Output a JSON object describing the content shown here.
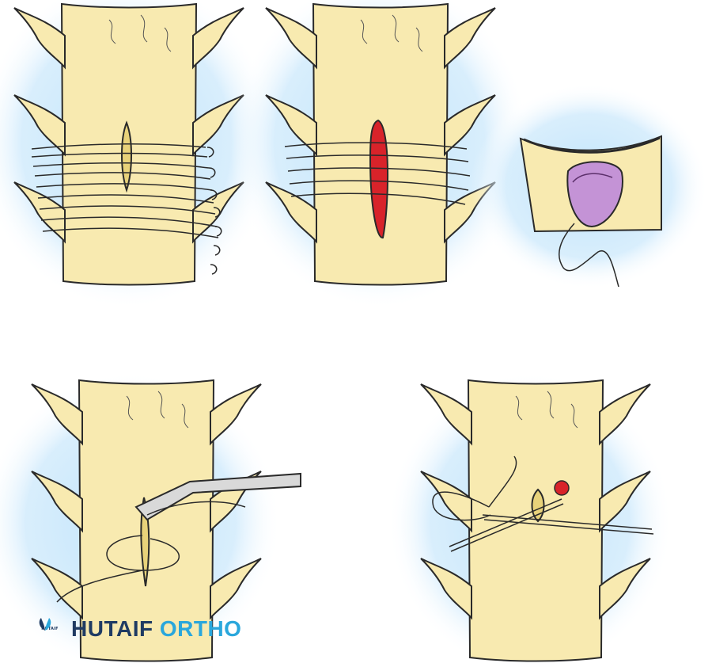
{
  "logo": {
    "mark_text": "HUTAIF",
    "word_primary": "HUTAIF",
    "word_secondary": "ORTHO",
    "colors": {
      "primary": "#1f3b63",
      "secondary": "#2aa7dc"
    }
  },
  "palette": {
    "glow": "#bfe3fb",
    "cord_fill": "#f8eab0",
    "outline": "#2a2a2a",
    "incision_red": "#d8232a",
    "tumor_purple": "#c493d6",
    "instrument_gray": "#d9d9d9"
  },
  "panels": [
    {
      "id": "panel-stay-sutures",
      "icon": "suture-icon"
    },
    {
      "id": "panel-incision-open",
      "icon": "incision-icon"
    },
    {
      "id": "panel-cross-section",
      "icon": "tumor-icon"
    },
    {
      "id": "panel-dural-closure",
      "icon": "forceps-icon"
    },
    {
      "id": "panel-needle-closure",
      "icon": "needle-icon"
    }
  ]
}
